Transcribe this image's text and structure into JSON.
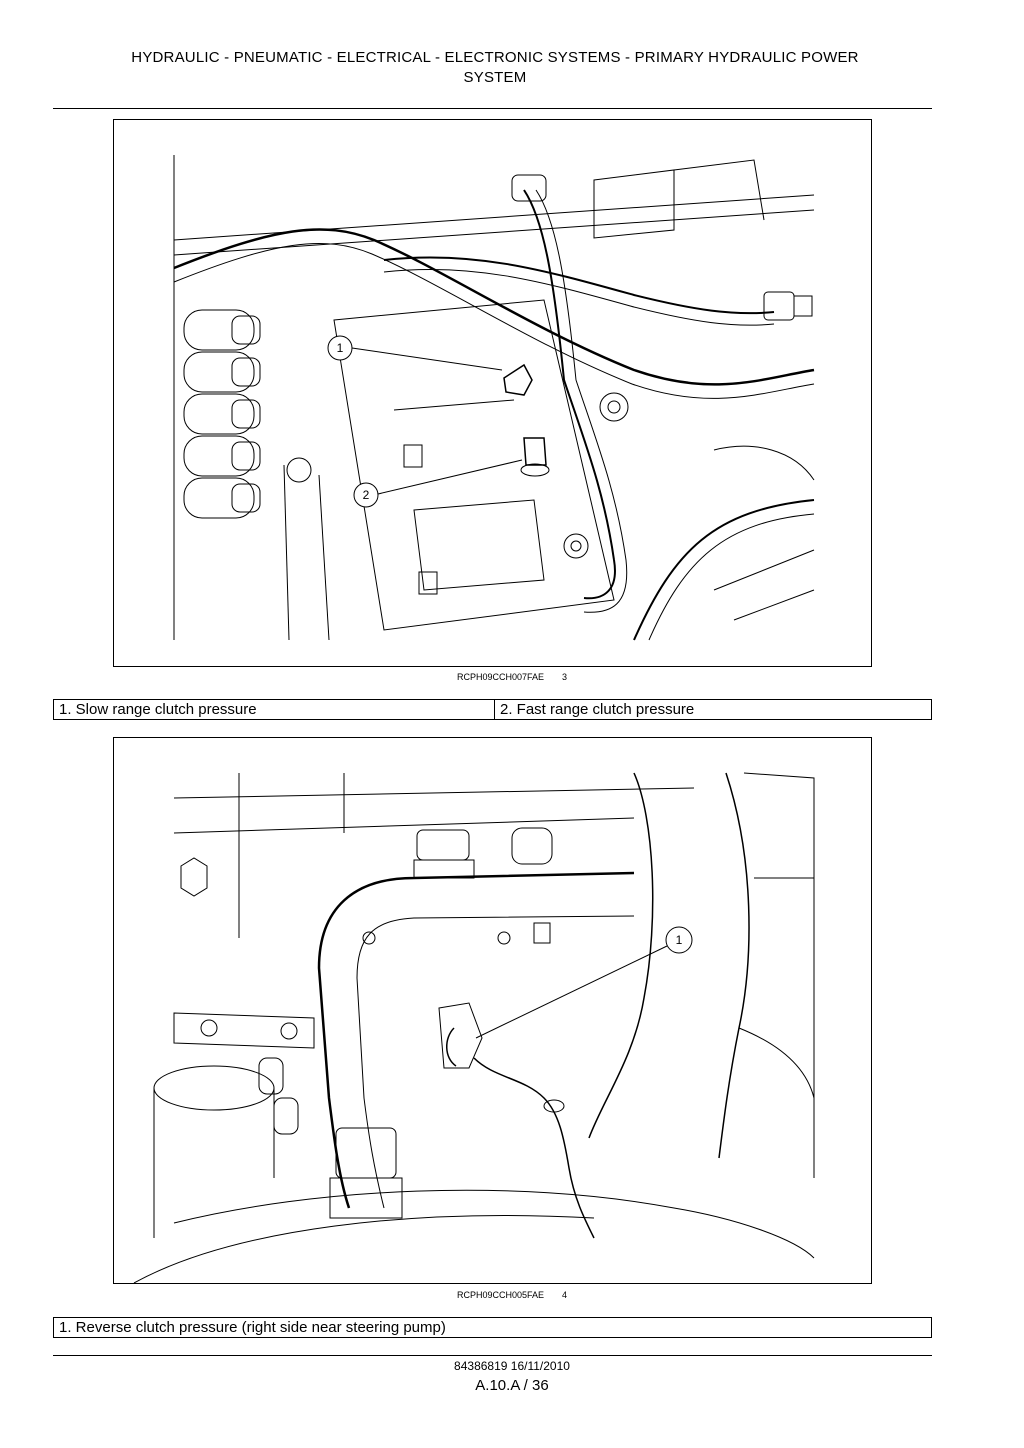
{
  "header": {
    "line1": "HYDRAULIC - PNEUMATIC - ELECTRICAL - ELECTRONIC SYSTEMS - PRIMARY HYDRAULIC POWER",
    "line2": "SYSTEM"
  },
  "figures": [
    {
      "code": "RCPH09CCH007FAE",
      "number": "3",
      "callouts": [
        "1",
        "2"
      ],
      "legend": [
        "1. Slow range clutch pressure",
        "2. Fast range clutch pressure"
      ]
    },
    {
      "code": "RCPH09CCH005FAE",
      "number": "4",
      "callouts": [
        "1"
      ],
      "legend": [
        "1. Reverse clutch pressure (right side near steering pump)"
      ]
    }
  ],
  "footer": {
    "doc_ref": "84386819 16/11/2010",
    "page": "A.10.A / 36"
  }
}
